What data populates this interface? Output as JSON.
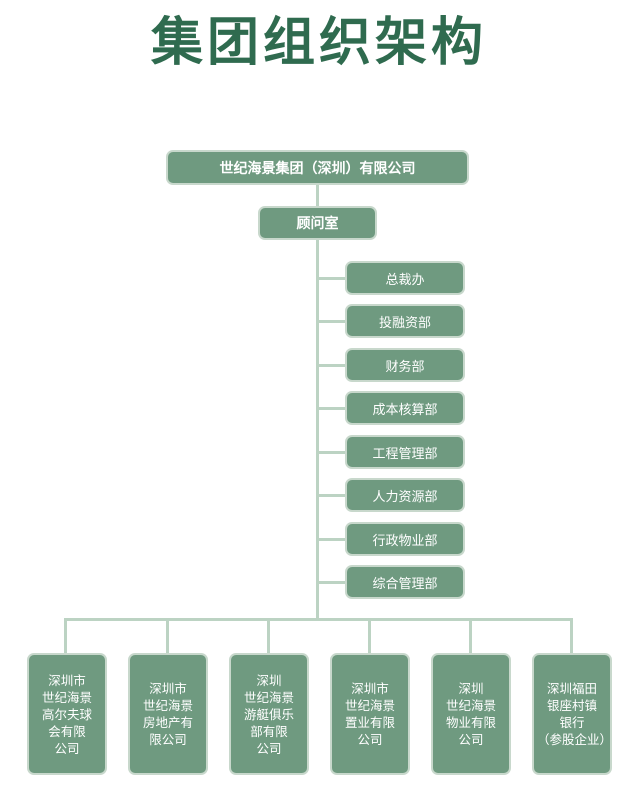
{
  "title": "集团组织架构",
  "top": "世纪海景集团（深圳）有限公司",
  "advisor": "顾问室",
  "departments": [
    "总裁办",
    "投融资部",
    "财务部",
    "成本核算部",
    "工程管理部",
    "人力资源部",
    "行政物业部",
    "综合管理部"
  ],
  "subsidiaries": [
    {
      "lines": [
        "深圳市",
        "世纪海景",
        "高尔夫球",
        "会有限",
        "公司"
      ]
    },
    {
      "lines": [
        "深圳市",
        "世纪海景",
        "房地产有",
        "限公司"
      ]
    },
    {
      "lines": [
        "深圳",
        "世纪海景",
        "游艇俱乐",
        "部有限",
        "公司"
      ]
    },
    {
      "lines": [
        "深圳市",
        "世纪海景",
        "置业有限",
        "公司"
      ]
    },
    {
      "lines": [
        "深圳",
        "世纪海景",
        "物业有限",
        "公司"
      ]
    },
    {
      "lines": [
        "深圳福田",
        "银座村镇",
        "银行",
        "（参股企业）"
      ]
    }
  ],
  "colors": {
    "title": "#2f6b4f",
    "box": "#6f9a80",
    "box_border": "#c8d8cc",
    "connector": "#bcd3c3"
  }
}
